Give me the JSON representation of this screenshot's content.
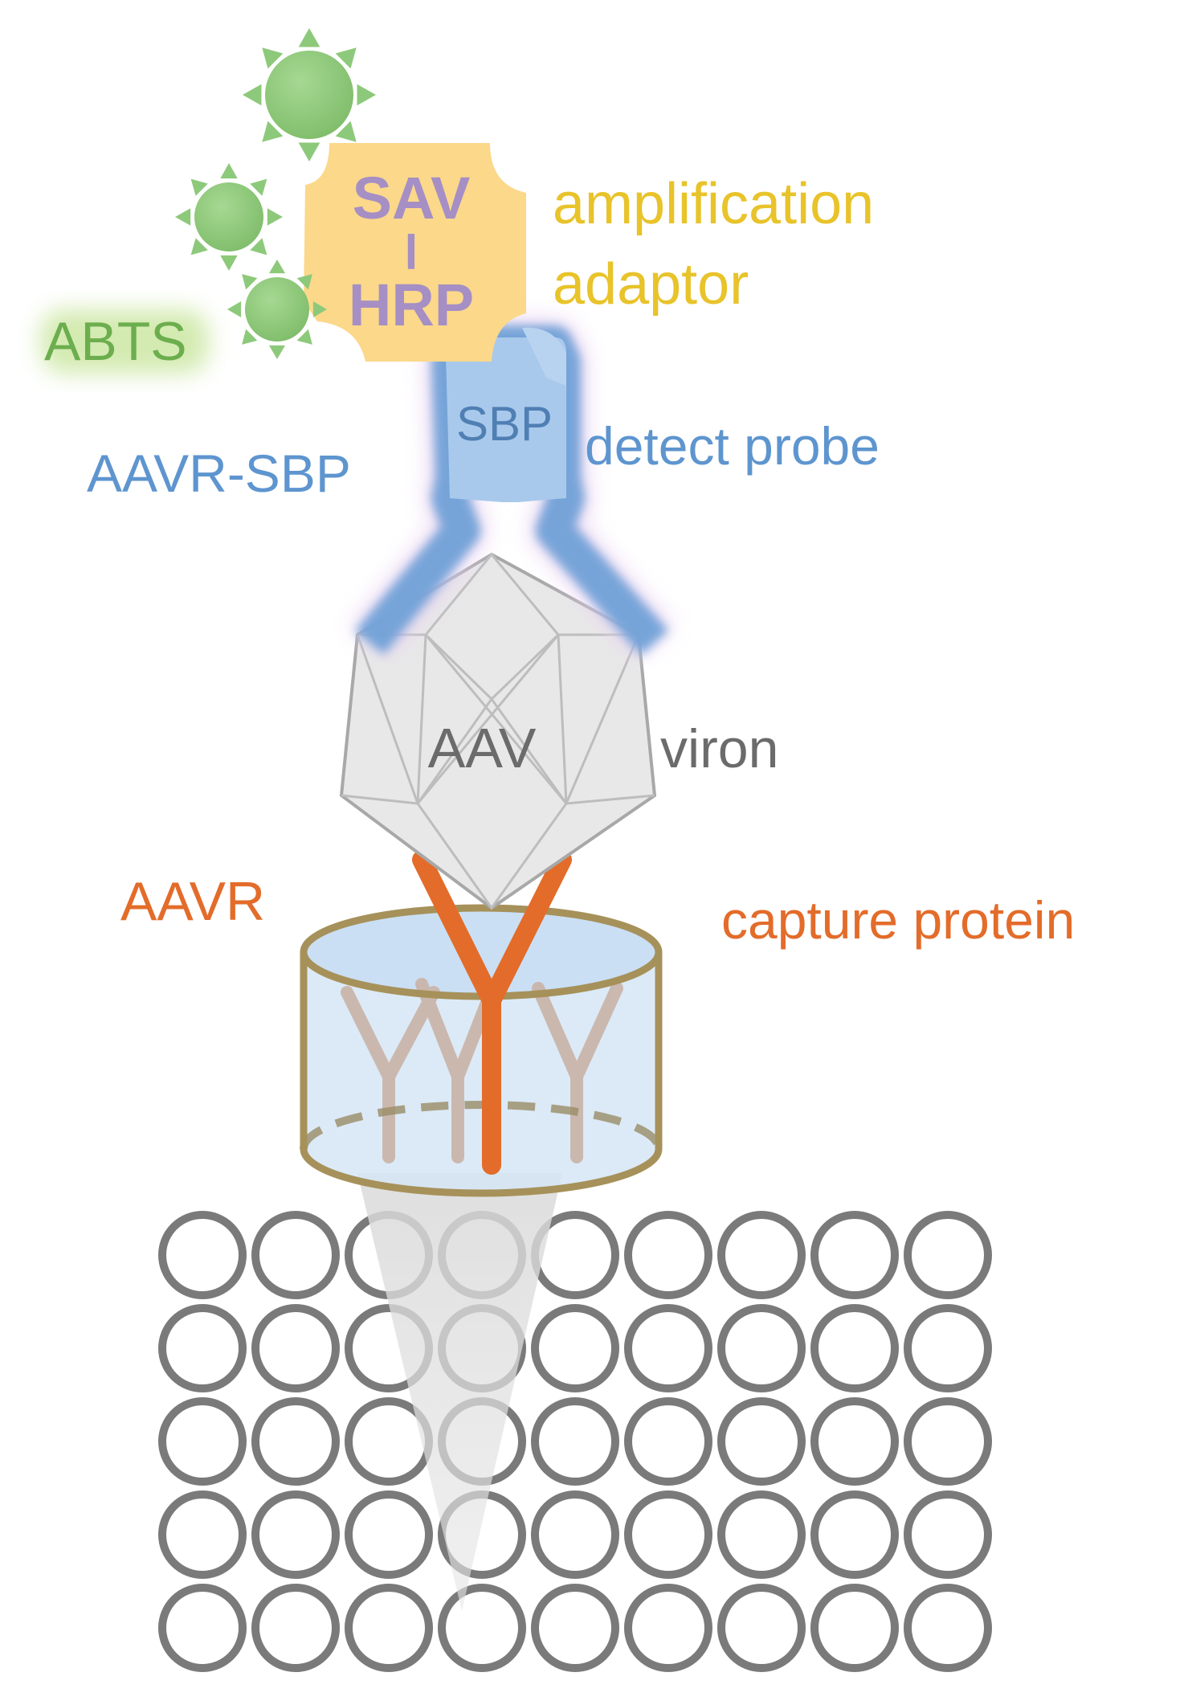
{
  "labels": {
    "amplification_1": "amplification",
    "amplification_2": "adaptor",
    "abts": "ABTS",
    "sav": "SAV",
    "link": "l",
    "hrp": "HRP",
    "sbp": "SBP",
    "aavr_sbp": "AAVR-SBP",
    "detect_probe": "detect probe",
    "aav": "AAV",
    "viron": "viron",
    "aavr": "AAVR",
    "capture_protein": "capture protein"
  },
  "colors": {
    "amplification": "#e8c32a",
    "abts": "#6cae4e",
    "green_ball": "#8dc97a",
    "sav_hrp_text": "#a58fc4",
    "adaptor_fill": "#fbd88a",
    "probe": "#5e95cf",
    "probe_fill": "#a9c9ec",
    "aav_text": "#6b6b6b",
    "capture": "#e36c2a",
    "well_rim": "#a6915a",
    "well_fill": "#cfe2f5",
    "plate": "#7a7a7a"
  },
  "plate": {
    "rows": 5,
    "cols": 9
  }
}
